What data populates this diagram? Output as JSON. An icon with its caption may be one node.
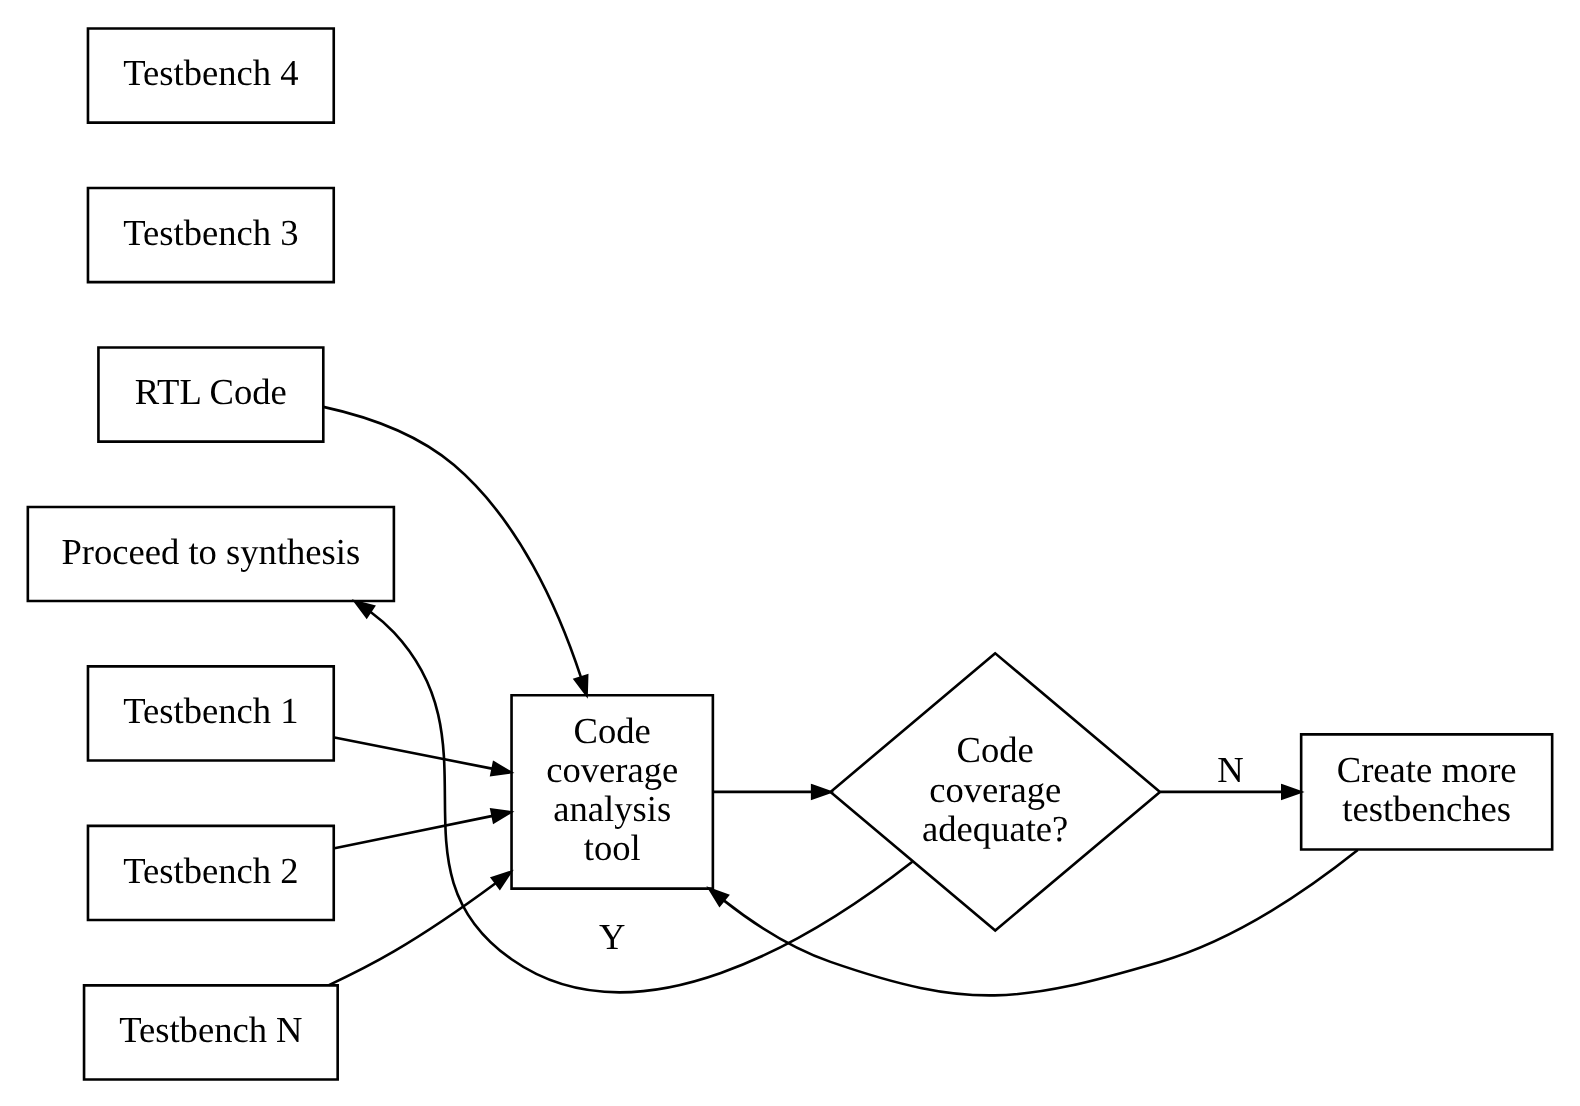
{
  "diagram": {
    "nodes": [
      {
        "text": [
          "RTL Code"
        ]
      },
      {
        "text": [
          "Proceed to synthesis"
        ]
      },
      {
        "text": [
          "Testbench 1"
        ]
      },
      {
        "text": [
          "Testbench 2"
        ]
      },
      {
        "text": [
          "Testbench 3"
        ]
      },
      {
        "text": [
          "Testbench 4"
        ]
      },
      {
        "text": [
          "Testbench N"
        ]
      },
      {
        "text": [
          "Code coverage analysis tool"
        ]
      },
      {
        "text": [
          "Code coverage adequate?"
        ]
      },
      {
        "text": [
          "Create more testbenches"
        ]
      }
    ],
    "edges": [
      {
        "from": 0,
        "to": 7,
        "arrow": "to"
      },
      {
        "from": 2,
        "to": 7,
        "arrow": "to"
      },
      {
        "from": 3,
        "to": 7,
        "arrow": "to"
      },
      {
        "from": 6,
        "to": 7,
        "arrow": "to"
      },
      {
        "from": 7,
        "to": 8,
        "arrow": "to"
      },
      {
        "from": 8,
        "to": 1,
        "arrow": "to",
        "label": "Y"
      },
      {
        "from": 8,
        "to": 9,
        "arrow": "to",
        "label": "N"
      },
      {
        "from": 9,
        "to": 7,
        "arrow": "to"
      }
    ]
  }
}
